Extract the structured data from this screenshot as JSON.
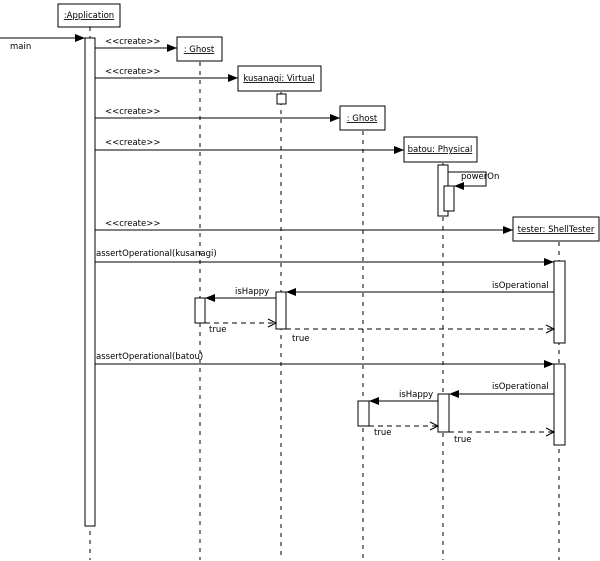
{
  "lifelines": {
    "application": ":Application",
    "ghost_1": ": Ghost",
    "kusanagi": "kusanagi: Virtual",
    "ghost_2": ": Ghost",
    "batou": "batou: Physical",
    "tester": "tester: ShellTester"
  },
  "messages": {
    "main": "main",
    "create": "<<create>>",
    "power_on": "powerOn",
    "assert_kusanagi": "assertOperational(kusanagi)",
    "assert_batou": "assertOperational(batou)",
    "is_operational": "isOperational",
    "is_happy": "isHappy",
    "true": "true"
  },
  "colors": {
    "line": "#000000",
    "background": "#ffffff"
  }
}
